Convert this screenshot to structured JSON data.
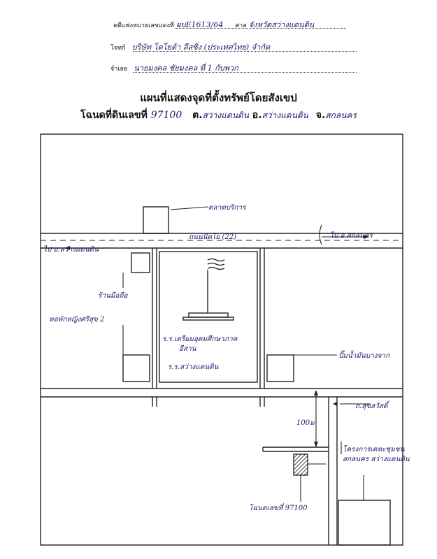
{
  "header": {
    "request": {
      "label": "คดีแพ่งหมายเลขแดงที่",
      "value": "ผบE1613/64",
      "court_label": "ศาล",
      "court": "จังหวัดสว่างแดนดิน"
    },
    "plaintiff": {
      "label": "โจทก์",
      "value": "บริษัท โตโยต้า ลีสซิ่ง (ประเทศไทย) จำกัด"
    },
    "defendant": {
      "label": "จำเลย",
      "value": "นายมงคล ชัยมงคล ที่ 1 กับพวก"
    }
  },
  "title": {
    "line1": "แผนที่แสดงจุดที่ตั้งทรัพย์โดยสังเขป",
    "line2_label": "โฉนดที่ดินเลขที่",
    "deed_no": "97100",
    "t_label": "ต.",
    "subdistrict": "สว่างแดนดิน",
    "a_label": "อ.",
    "district": "สว่างแดนดิน",
    "j_label": "จ.",
    "province": "สกลนคร"
  },
  "map": {
    "road_main": "ถนนนิตโย (22)",
    "to_sakon": "ไป อ.สกลนคร",
    "to_sawang": "ไป อ.สว่างแดนดิน",
    "market": "ตลาดบริการ",
    "mobile_shop": "ร้านมือถือ",
    "dorm": "หอพักหญิงศรีสุข 2",
    "school_line1": "ร.ร.เตรียมอุดมศึกษาภาค",
    "school_line2": "อีสาน",
    "school2": "ร.ร.สว่างแดนดิน",
    "gas": "ปั๊มน้ำมันบางจาก",
    "side_road": "ถ.สุขสวัสดิ์",
    "distance": "100ม",
    "project_line1": "โครงการเคหะชุมชน",
    "project_line2": "สกลนคร สว่างแดนดิน",
    "deed_mark": "โฉนดเลขที่ 97100"
  }
}
